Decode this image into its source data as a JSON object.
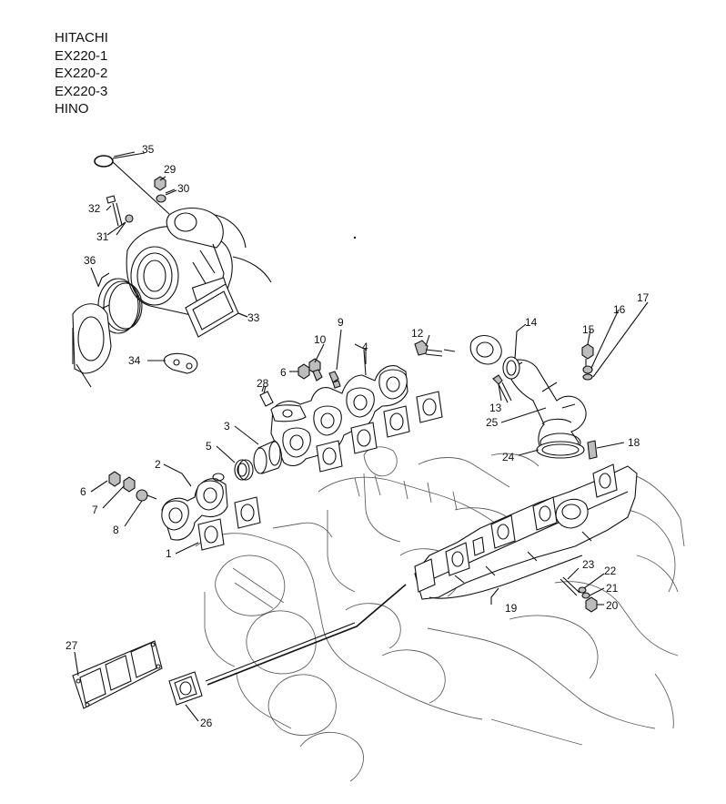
{
  "header": {
    "lines": [
      "HITACHI",
      "EX220-1",
      "EX220-2",
      "EX220-3",
      "HINO"
    ]
  },
  "callouts": {
    "c1": "1",
    "c2": "2",
    "c3": "3",
    "c4": "4",
    "c5": "5",
    "c6a": "6",
    "c6b": "6",
    "c7": "7",
    "c8": "8",
    "c9": "9",
    "c10": "10",
    "c12": "12",
    "c13": "13",
    "c14": "14",
    "c15": "15",
    "c16": "16",
    "c17": "17",
    "c18": "18",
    "c19": "19",
    "c20": "20",
    "c21": "21",
    "c22": "22",
    "c23": "23",
    "c24": "24",
    "c25": "25",
    "c26": "26",
    "c27": "27",
    "c28": "28",
    "c29": "29",
    "c30": "30",
    "c31": "31",
    "c32": "32",
    "c33": "33",
    "c34": "34",
    "c35": "35",
    "c36": "36"
  }
}
